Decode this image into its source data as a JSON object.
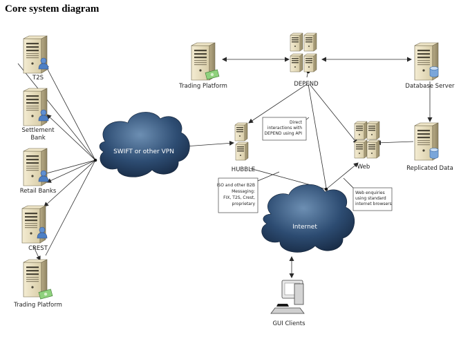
{
  "title": "Core system diagram",
  "nodes": {
    "t2s": "T2S",
    "settlement_bank_1": "Settlement",
    "settlement_bank_2": "Bank",
    "retail_banks": "Retail Banks",
    "crest": "CREST",
    "trading_platform_left": "Trading Platform",
    "trading_platform_top": "Trading Platform",
    "depend": "DEPEND",
    "database_server": "Database Server",
    "replicated_data": "Replicated Data",
    "hubble": "HUBBLE",
    "web": "Web",
    "gui_clients": "GUI Clients"
  },
  "clouds": {
    "swift": "SWIFT or other VPN",
    "internet": "Internet"
  },
  "notes": {
    "direct": [
      "Direct",
      "interactions with",
      "DEPEND using API"
    ],
    "messaging": [
      "ISO and other B2B",
      "Messaging:",
      "FIX, T2S, Crest,",
      "proprietary"
    ],
    "web_enquiries": [
      "Web enquiries",
      "using standard",
      "internet browsers"
    ]
  }
}
